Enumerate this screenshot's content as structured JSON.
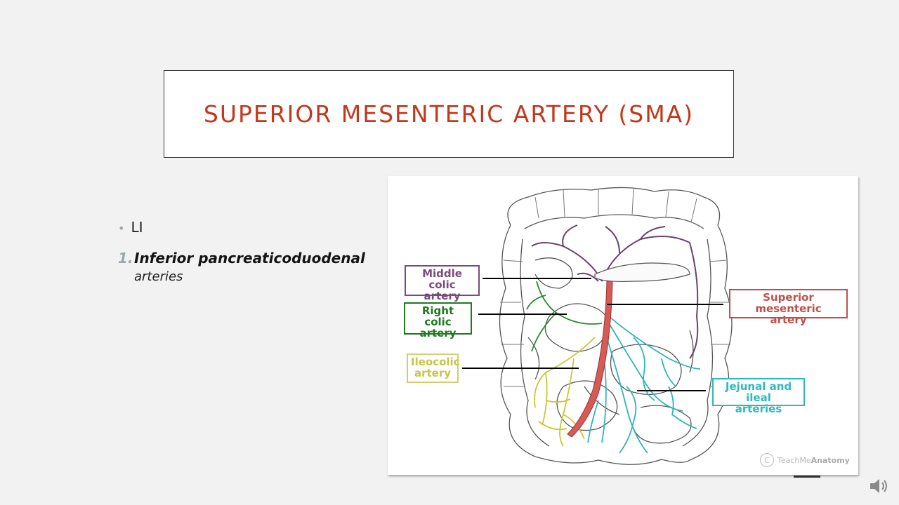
{
  "slide": {
    "title": "SUPERIOR MESENTERIC ARTERY (SMA)",
    "bullet": "LI",
    "numbered": {
      "marker": "1.",
      "bold_text": "Inferior pancreaticoduodenal",
      "continuation": "arteries"
    }
  },
  "figure": {
    "labels": {
      "middle_colic": [
        "Middle colic",
        "artery"
      ],
      "right_colic": [
        "Right colic",
        "artery"
      ],
      "ileocolic": [
        "Ileocolic",
        "artery"
      ],
      "sma": [
        "Superior mesenteric",
        "artery"
      ],
      "jejunal": [
        "Jejunal and ileal",
        "arteries"
      ]
    },
    "watermark": {
      "symbol": "C",
      "prefix": "TeachMe",
      "strong": "Anatomy"
    }
  },
  "colors": {
    "title": "#c2381d",
    "middle_colic": "#7a4a7a",
    "right_colic": "#1e7a1e",
    "ileocolic": "#c6c64a",
    "sma": "#c0504f",
    "jejunal": "#2fb9be"
  },
  "icons": {
    "speaker": "speaker-icon"
  }
}
